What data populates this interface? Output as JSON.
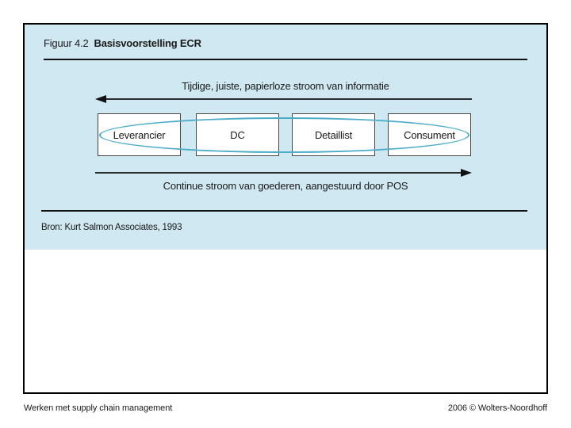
{
  "slide": {
    "figure": {
      "label": "Figuur 4.2",
      "title": "Basisvoorstelling ECR",
      "information_flow_label": "Tijdige, juiste, papierloze stroom van informatie",
      "information_flow_direction": "left",
      "nodes": [
        "Leverancier",
        "DC",
        "Detaillist",
        "Consument"
      ],
      "goods_flow_label": "Continue stroom van goederen, aangestuurd door POS",
      "goods_flow_direction": "right",
      "source": "Bron: Kurt Salmon Associates, 1993"
    }
  },
  "footer": {
    "left": "Werken met supply chain management",
    "right": "2006 © Wolters-Noordhoff"
  },
  "colors": {
    "panel_background": "#d0e8f1",
    "ellipse_stroke": "#4dadc9",
    "box_border": "#454545",
    "line_color": "#111111",
    "text_color": "#1a1a1a"
  }
}
